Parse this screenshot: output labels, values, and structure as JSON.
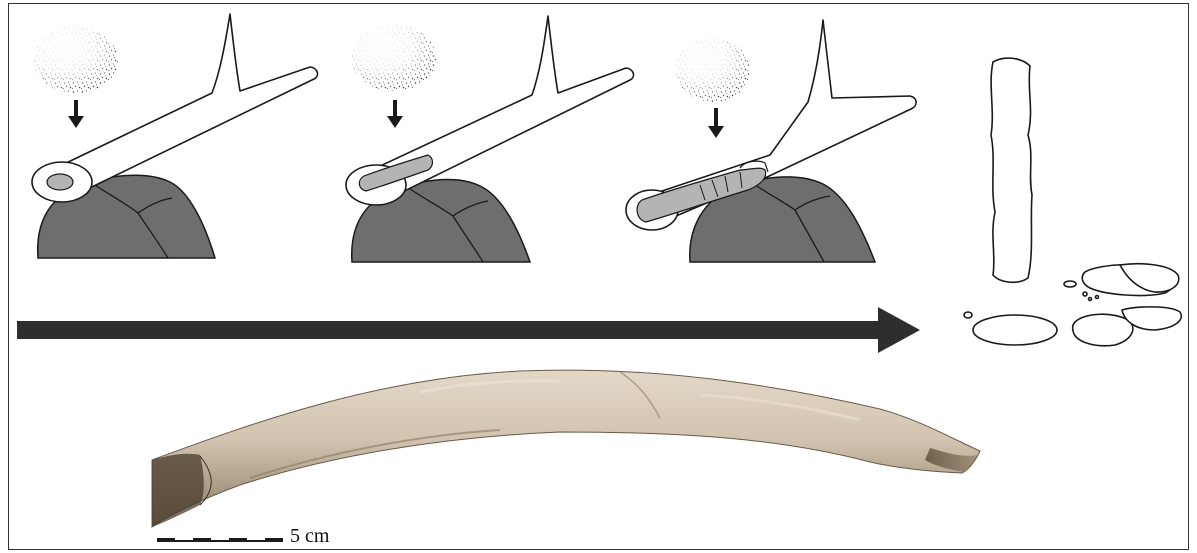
{
  "figure": {
    "colors": {
      "frame": "#333333",
      "outline": "#1a1a1a",
      "anvil": "#6e6e6e",
      "marrow": "#b4b4b4",
      "arrow": "#2e2e2e",
      "bone_light": "#d3c6b4",
      "bone_shadow": "#7a6a55"
    },
    "stages": [
      {
        "step": 1,
        "state": "intact antler on anvil stone",
        "icons": [
          "hammerstone-icon",
          "down-arrow-icon",
          "antler-icon",
          "anvil-stone-icon"
        ]
      },
      {
        "step": 2,
        "state": "antler splitting on anvil stone",
        "icons": [
          "hammerstone-icon",
          "down-arrow-icon",
          "antler-icon",
          "anvil-stone-icon"
        ]
      },
      {
        "step": 3,
        "state": "antler fractured on anvil stone",
        "icons": [
          "hammerstone-icon",
          "down-arrow-icon",
          "antler-icon",
          "anvil-stone-icon"
        ]
      }
    ],
    "result": {
      "state": "bone splinter and fragments",
      "icons": [
        "splinter-icon",
        "fragment-icon"
      ]
    },
    "scale_bar": {
      "label": "5 cm",
      "value_cm": 5
    }
  }
}
